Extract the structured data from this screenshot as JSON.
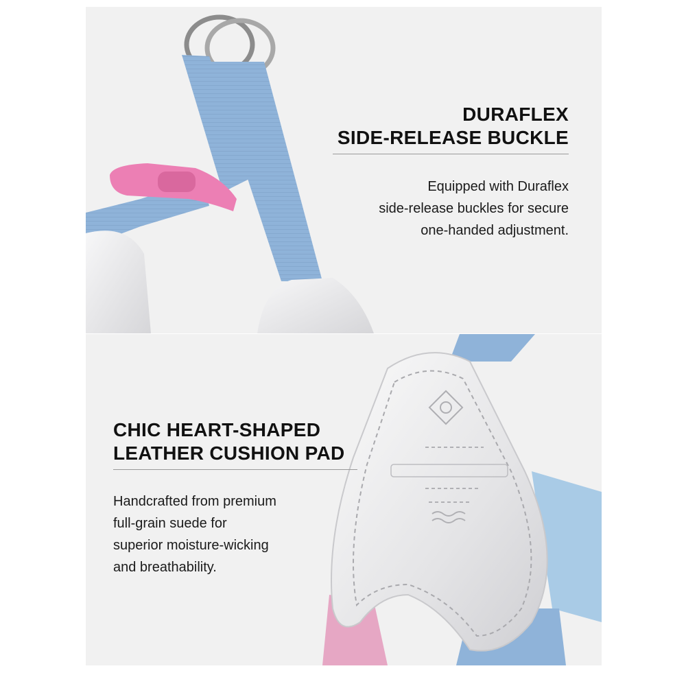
{
  "sections": [
    {
      "title_lines": [
        "DURAFLEX",
        "SIDE-RELEASE BUCKLE"
      ],
      "body_lines": [
        "Equipped with Duraflex",
        "side-release buckles for secure",
        "one-handed adjustment."
      ]
    },
    {
      "title_lines": [
        "CHIC HEART-SHAPED",
        "LEATHER CUSHION PAD"
      ],
      "body_lines": [
        "Handcrafted from premium",
        "full-grain suede for",
        "superior moisture-wicking",
        "and breathability."
      ]
    }
  ],
  "colors": {
    "panel_background": "#f1f1f1",
    "strap_blue": "#8fb3d9",
    "buckle_pink": "#ec7fb4",
    "pad_silver": "#e6e6e8",
    "ring_metal": "#9a9a9a",
    "divider": "#9a9a9a"
  }
}
